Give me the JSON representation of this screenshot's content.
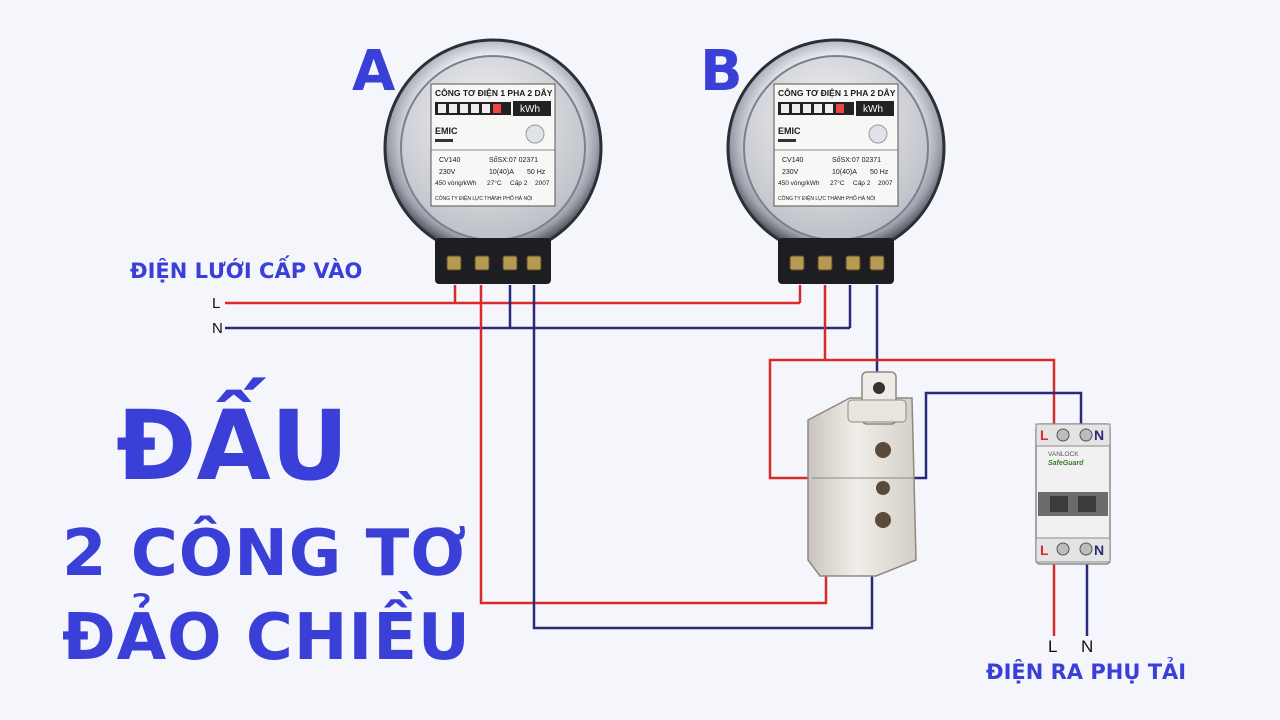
{
  "meters": {
    "a": {
      "letter": "A",
      "panel_title": "CÔNG TƠ ĐIỆN 1 PHA 2 DÂY",
      "unit": "kWh",
      "brand": "EMIC",
      "model": "CV140",
      "serial": "SốSX:07 02371",
      "voltage": "230V",
      "current": "10(40)A",
      "frequency": "50 Hz",
      "constant": "450 vòng/kWh",
      "temperature": "27°C",
      "accuracy": "Cấp 2",
      "year": "2007",
      "owner": "CÔNG TY ĐIỆN LỰC THÀNH PHỐ HÀ NỘI"
    },
    "b": {
      "letter": "B",
      "panel_title": "CÔNG TƠ ĐIỆN 1 PHA 2 DÂY",
      "unit": "kWh",
      "brand": "EMIC",
      "model": "CV140",
      "serial": "SốSX:07 02371",
      "voltage": "230V",
      "current": "10(40)A",
      "frequency": "50 Hz",
      "constant": "450 vòng/kWh",
      "temperature": "27°C",
      "accuracy": "Cấp 2",
      "year": "2007",
      "owner": "CÔNG TY ĐIỆN LỰC THÀNH PHỐ HÀ NỘI"
    }
  },
  "title": {
    "line1": "ĐẤU",
    "line2": "2 CÔNG TƠ",
    "line3": "ĐẢO CHIỀU"
  },
  "supply": {
    "label": "ĐIỆN LƯỚI CẤP VÀO",
    "line_tag": "L",
    "neutral_tag": "N"
  },
  "load": {
    "label": "ĐIỆN RA PHỤ TẢI",
    "line_tag": "L",
    "neutral_tag": "N"
  },
  "breaker": {
    "brand": "VANLOCK",
    "series": "SafeGuard",
    "top_left": "L",
    "top_right": "N",
    "bottom_left": "L",
    "bottom_right": "N"
  },
  "colors": {
    "line_wire": "#d92b2b",
    "neutral_wire": "#2a2a7a",
    "accent_text": "#3a3fd8",
    "background": "#f4f6fb"
  }
}
